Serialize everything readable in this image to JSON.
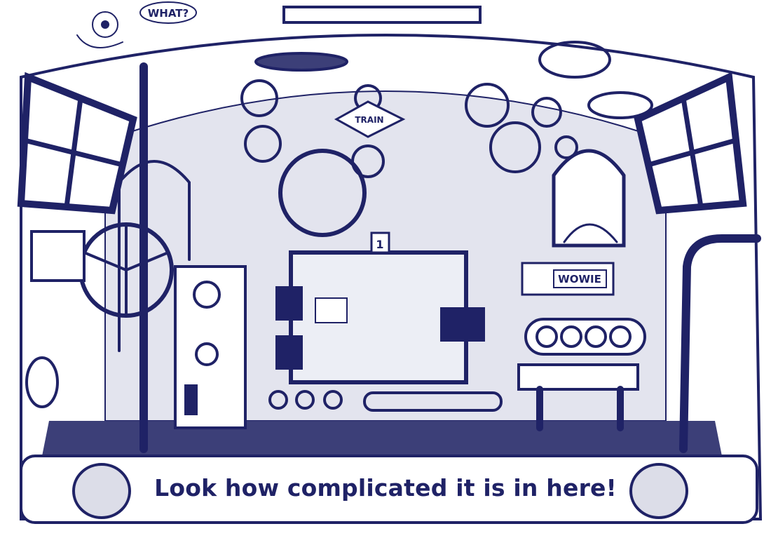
{
  "bird_speech": "WHAT?",
  "sign_label": "TRAIN",
  "panel_label": "WOWIE",
  "mug_number": "1",
  "caption": "Look how complicated it is in here!",
  "colors": {
    "ink": "#1f2266",
    "wall": "#e3e4ee",
    "floor": "#3c3f78"
  }
}
